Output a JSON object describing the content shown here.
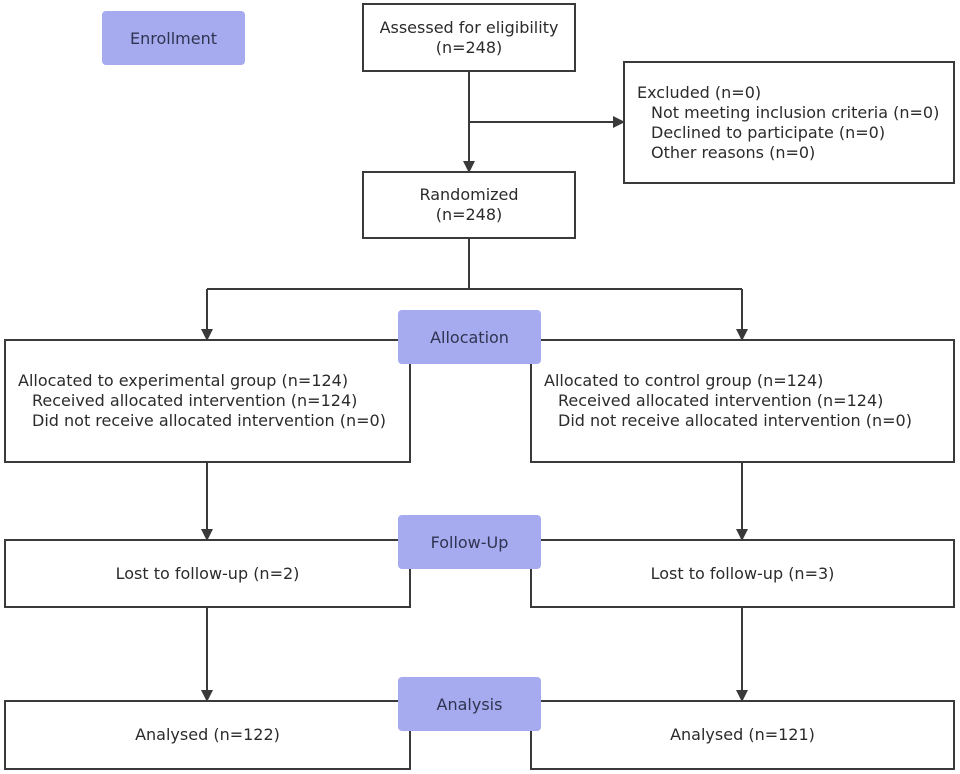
{
  "theme": {
    "stage_fill": "#a6aaee",
    "line_color": "#3a3a3a"
  },
  "stages": {
    "enrollment": "Enrollment",
    "allocation": "Allocation",
    "follow_up": "Follow-Up",
    "analysis": "Analysis"
  },
  "assessed": {
    "title": "Assessed for eligibility",
    "count": "(n=248)"
  },
  "excluded": {
    "title": "Excluded (n=0)",
    "items": [
      "Not meeting inclusion criteria (n=0)",
      "Declined to participate (n=0)",
      "Other reasons (n=0)"
    ]
  },
  "randomized": {
    "title": "Randomized",
    "count": "(n=248)"
  },
  "allocation": {
    "experimental": {
      "title": "Allocated to experimental group (n=124)",
      "items": [
        "Received allocated intervention (n=124)",
        "Did not receive allocated intervention (n=0)"
      ]
    },
    "control": {
      "title": "Allocated to control group (n=124)",
      "items": [
        "Received allocated intervention (n=124)",
        "Did not receive allocated intervention (n=0)"
      ]
    }
  },
  "follow_up": {
    "experimental": "Lost to follow-up (n=2)",
    "control": "Lost to follow-up (n=3)"
  },
  "analysis": {
    "experimental": "Analysed (n=122)",
    "control": "Analysed (n=121)"
  }
}
